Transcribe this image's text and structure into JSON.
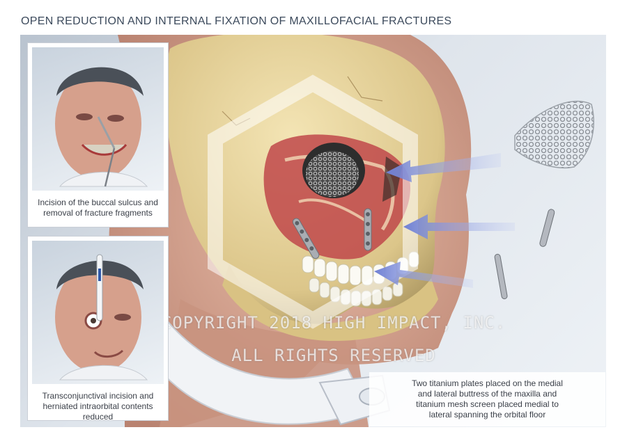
{
  "title": "OPEN REDUCTION AND INTERNAL FIXATION OF MAXILLOFACIAL FRACTURES",
  "panels": [
    {
      "caption": "Incision of the buccal sulcus and removal of fracture fragments"
    },
    {
      "caption": "Transconjunctival incision and herniated intraorbital contents reduced"
    }
  ],
  "main_caption": "Two titanium plates placed on the medial and lateral buttress of the maxilla and titanium mesh screen placed medial to lateral spanning the orbital floor",
  "watermark": {
    "line1": "COPYRIGHT 2018 HIGH IMPACT, INC.",
    "line2": "ALL RIGHTS RESERVED"
  },
  "colors": {
    "background": "#dfe5ec",
    "bone": "#e6d49a",
    "skin": "#d9a590",
    "arrow": "#7f8fd8",
    "blood": "#b8383a",
    "title": "#3c4a5c"
  }
}
